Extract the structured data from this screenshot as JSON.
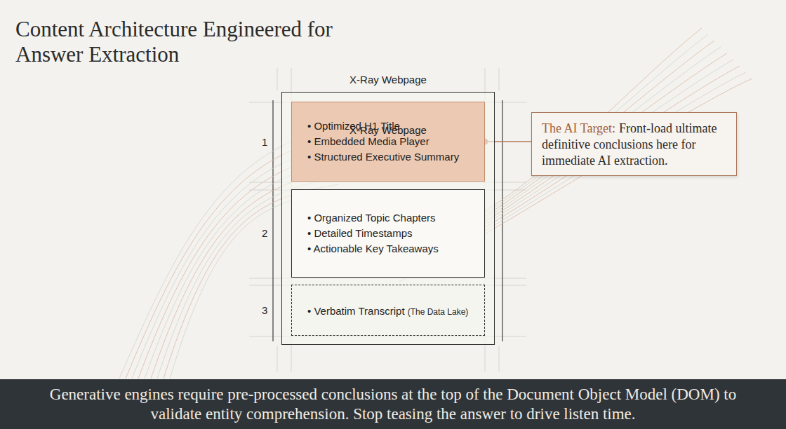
{
  "diagram": {
    "title": "Content Architecture Engineered for Answer Extraction",
    "caption": "Generative engines require pre-processed conclusions at the top of the Document Object Model (DOM) to validate entity comprehension. Stop teasing the answer to drive listen time.",
    "nodes": [
      {
        "text": [
          "X-Ray Webpage",
          "X-Ray Webpage"
        ]
      },
      {
        "text": [
          "• Optimized H1 Title",
          "• Embedded Media Player",
          "• Structured Executive Summary"
        ],
        "in": 0
      },
      {
        "text": [
          "• Organized Topic Chapters",
          "• Detailed Timestamps",
          "• Actionable Key Takeaways"
        ],
        "in": 0
      },
      {
        "text": [
          "• Verbatim Transcript",
          "(The Data Lake)"
        ],
        "in": 0
      },
      {
        "text": [
          "The AI Target:",
          "Front-load ultimate definitive conclusions here for immediate AI extraction."
        ]
      }
    ],
    "edges": [
      {
        "from": 1,
        "to": 4,
        "arrow": "none"
      }
    ],
    "labels": [
      "1",
      "2",
      "3"
    ]
  }
}
